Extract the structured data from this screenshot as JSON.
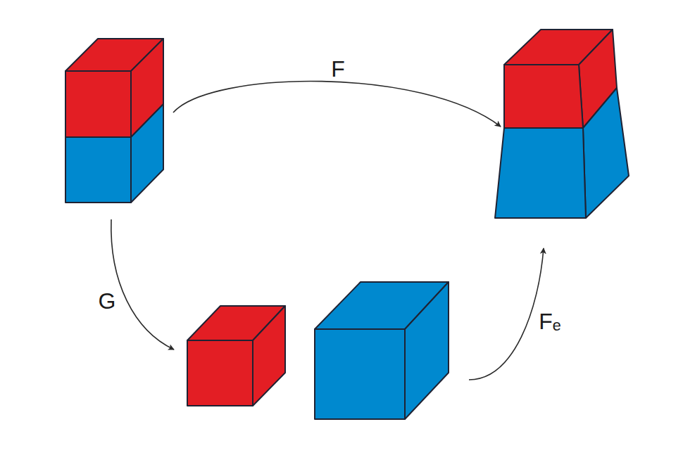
{
  "diagram": {
    "labels": [
      "F",
      "G",
      "Fₑ"
    ]
  }
}
